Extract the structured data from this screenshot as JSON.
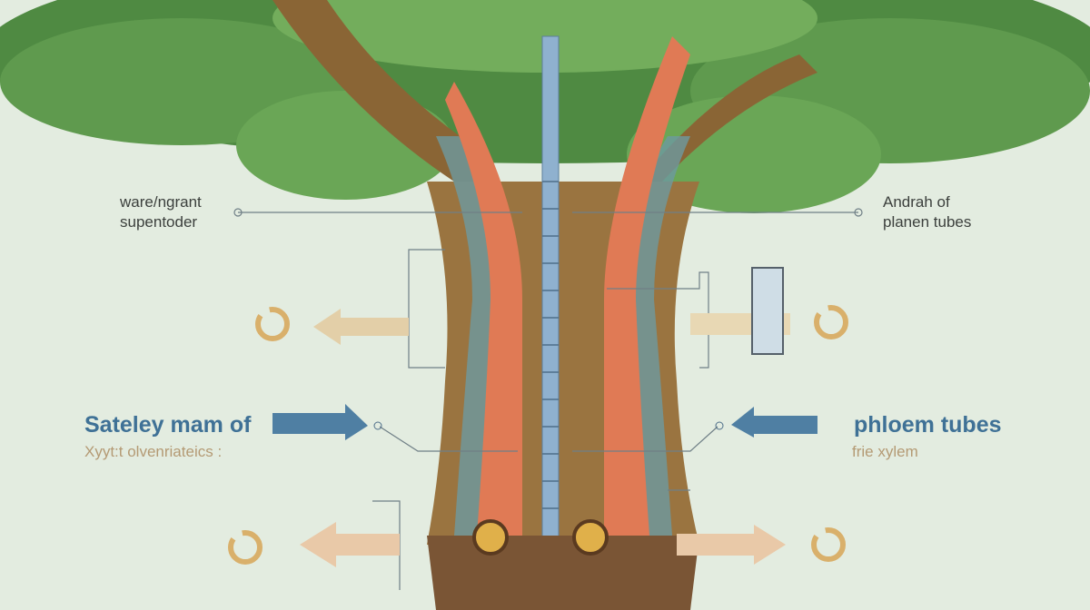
{
  "labels": {
    "top_left_line1": "ware/ngrant",
    "top_left_line2": "supentoder",
    "top_right_line1": "Andrah of",
    "top_right_line2": "planen tubes",
    "mid_left_title": "Sateley mam of",
    "mid_left_sub": "Xyyt:t olvenriateics :",
    "mid_right_title": "phloem tubes",
    "mid_right_sub": "frie xylem"
  },
  "colors": {
    "background": "#e3ece0",
    "leaf": "#5f9a4e",
    "trunk": "#9a7440",
    "phloem": "#e07a55",
    "xylem_tube": "#8fb1cf",
    "label_blue": "#3f7196",
    "label_tan": "#b49a74"
  },
  "icons": [
    "cycle-arrow-icon",
    "arrow-left-icon",
    "arrow-right-icon"
  ]
}
